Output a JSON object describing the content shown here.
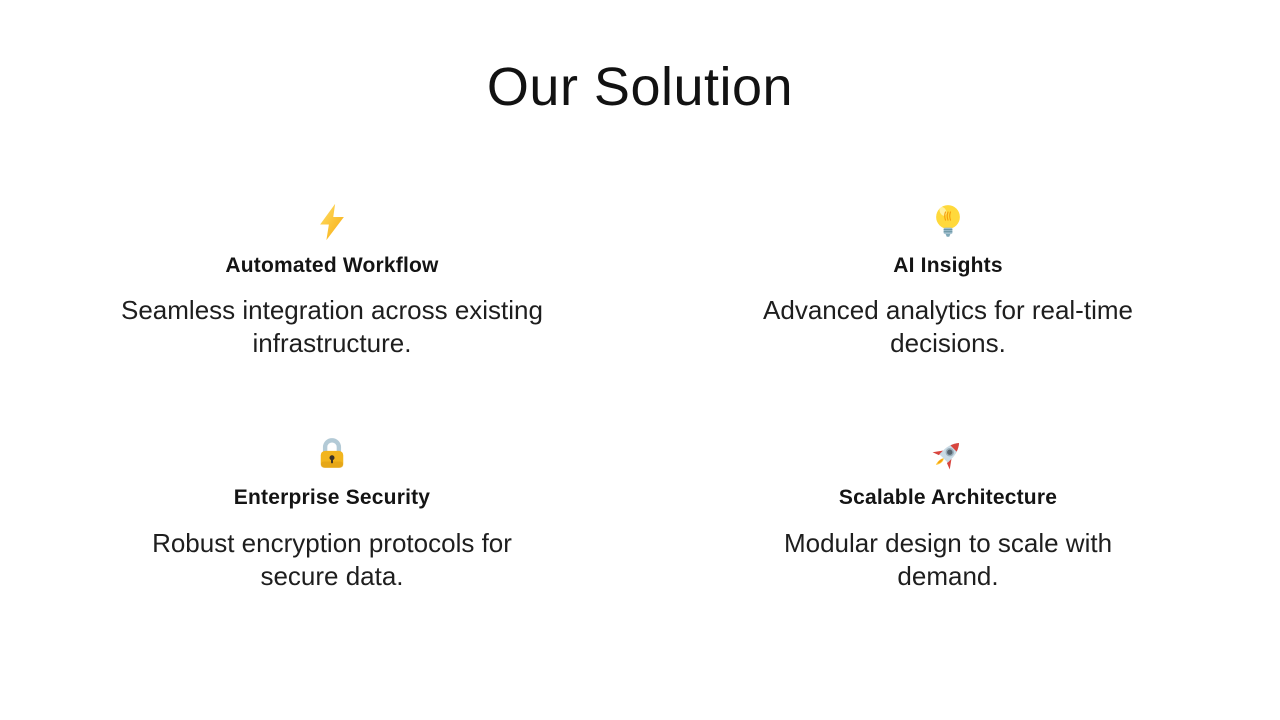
{
  "slide": {
    "title": "Our Solution",
    "features": [
      {
        "icon": "lightning-bolt",
        "title": "Automated Workflow",
        "description": "Seamless integration across existing infrastructure.",
        "description_lines": [
          "Seamless integration across existing",
          "infrastructure."
        ]
      },
      {
        "icon": "light-bulb",
        "title": "AI Insights",
        "description": "Advanced analytics for real-time decisions.",
        "description_lines": [
          "Advanced analytics for real-time",
          "decisions."
        ]
      },
      {
        "icon": "lock",
        "title": "Enterprise Security",
        "description": "Robust encryption protocols for secure data.",
        "description_lines": [
          "Robust encryption protocols for",
          "secure data."
        ]
      },
      {
        "icon": "rocket",
        "title": "Scalable Architecture",
        "description": "Modular design to scale with demand.",
        "description_lines": [
          "Modular design to scale with",
          "demand."
        ]
      }
    ],
    "colors": {
      "background": "#ffffff",
      "title_text": "#121212",
      "body_text": "#1e1e1e",
      "icon_gold": "#F5B81C",
      "icon_yellow": "#FFD93B",
      "icon_steel_blue": "#AEC6D1",
      "icon_red": "#D8453E",
      "icon_flame": "#FFC93B"
    }
  }
}
